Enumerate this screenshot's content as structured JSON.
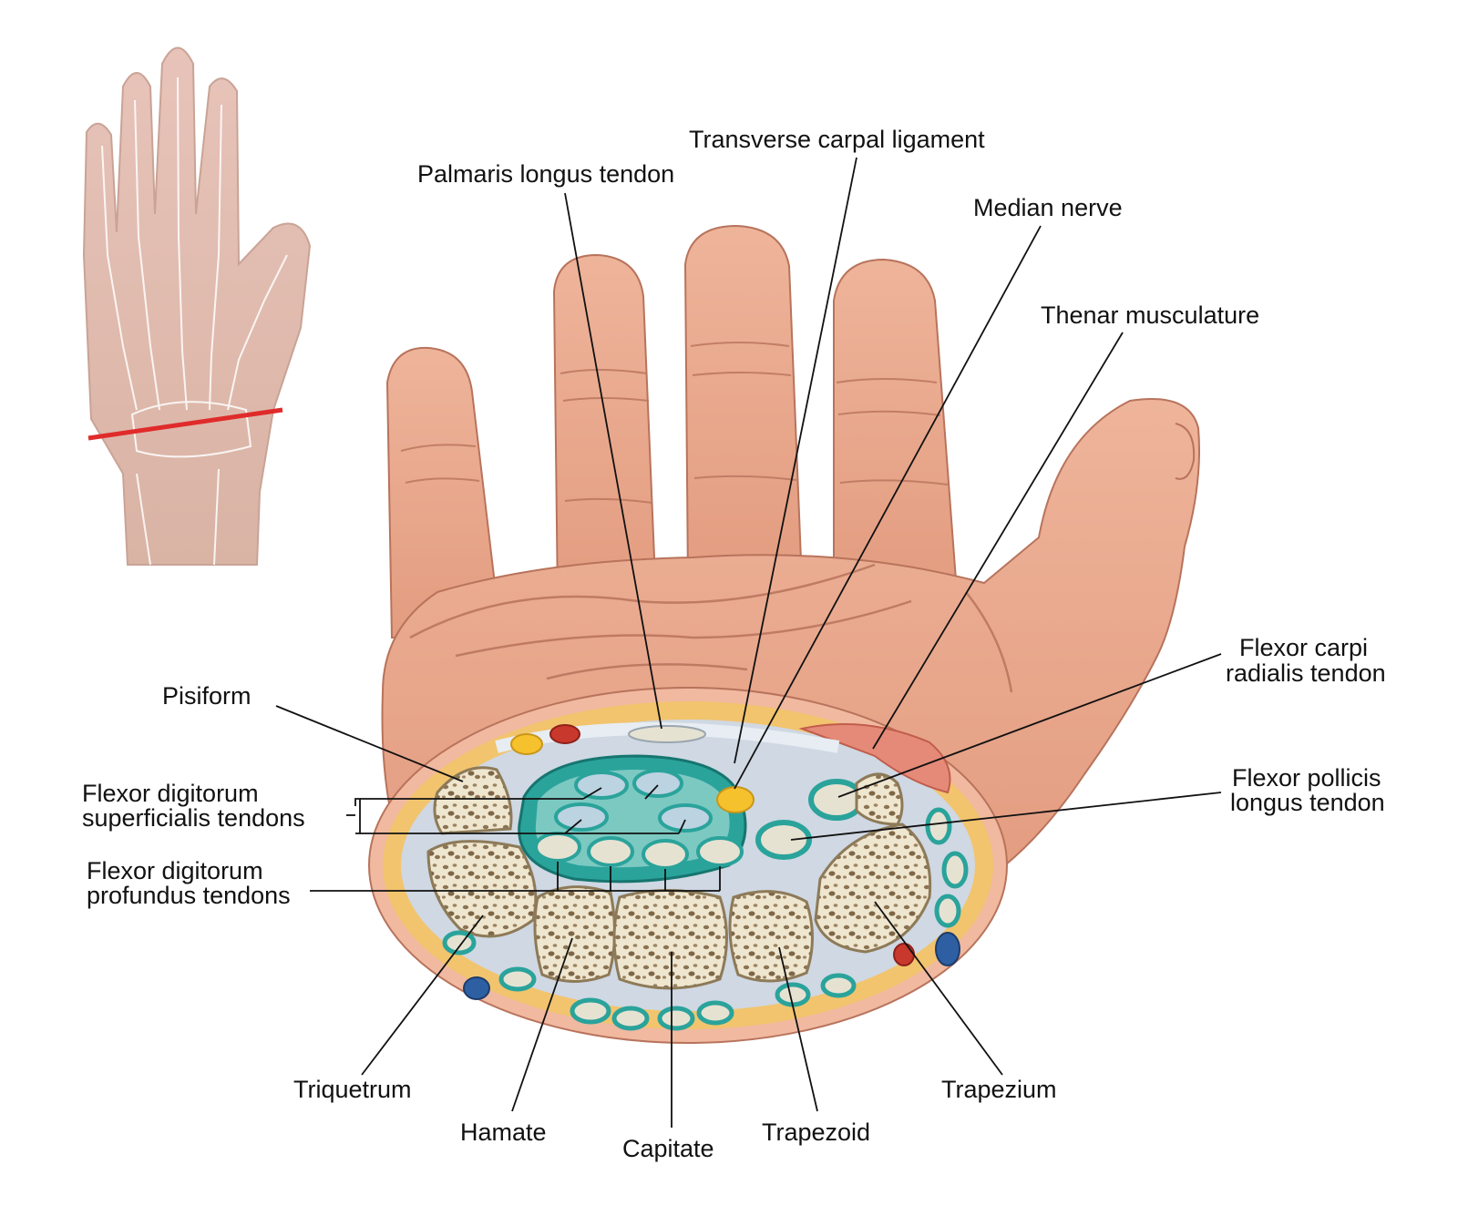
{
  "labels": {
    "transverse_carpal_ligament": "Transverse carpal ligament",
    "palmaris_longus_tendon": "Palmaris longus tendon",
    "median_nerve": "Median nerve",
    "thenar_musculature": "Thenar musculature",
    "flexor_carpi_radialis_line1": "Flexor carpi",
    "flexor_carpi_radialis_line2": "radialis tendon",
    "flexor_pollicis_longus_line1": "Flexor pollicis",
    "flexor_pollicis_longus_line2": "longus tendon",
    "pisiform": "Pisiform",
    "fds_line1": "Flexor digitorum",
    "fds_line2": "superficialis tendons",
    "fdp_line1": "Flexor digitorum",
    "fdp_line2": "profundus tendons",
    "triquetrum": "Triquetrum",
    "hamate": "Hamate",
    "capitate": "Capitate",
    "trapezoid": "Trapezoid",
    "trapezium": "Trapezium"
  },
  "colors": {
    "skin": "#e8a98f",
    "skin_shadow": "#c9836a",
    "fat": "#f2c46e",
    "bone": "#efe6cf",
    "bone_spongy": "#8a7352",
    "sheath": "#2aa39b",
    "tendon": "#bcd3e2",
    "nerve": "#f5c12c",
    "artery": "#c8382d",
    "vein": "#2f5fa3",
    "cut_line": "#e02b2b"
  }
}
